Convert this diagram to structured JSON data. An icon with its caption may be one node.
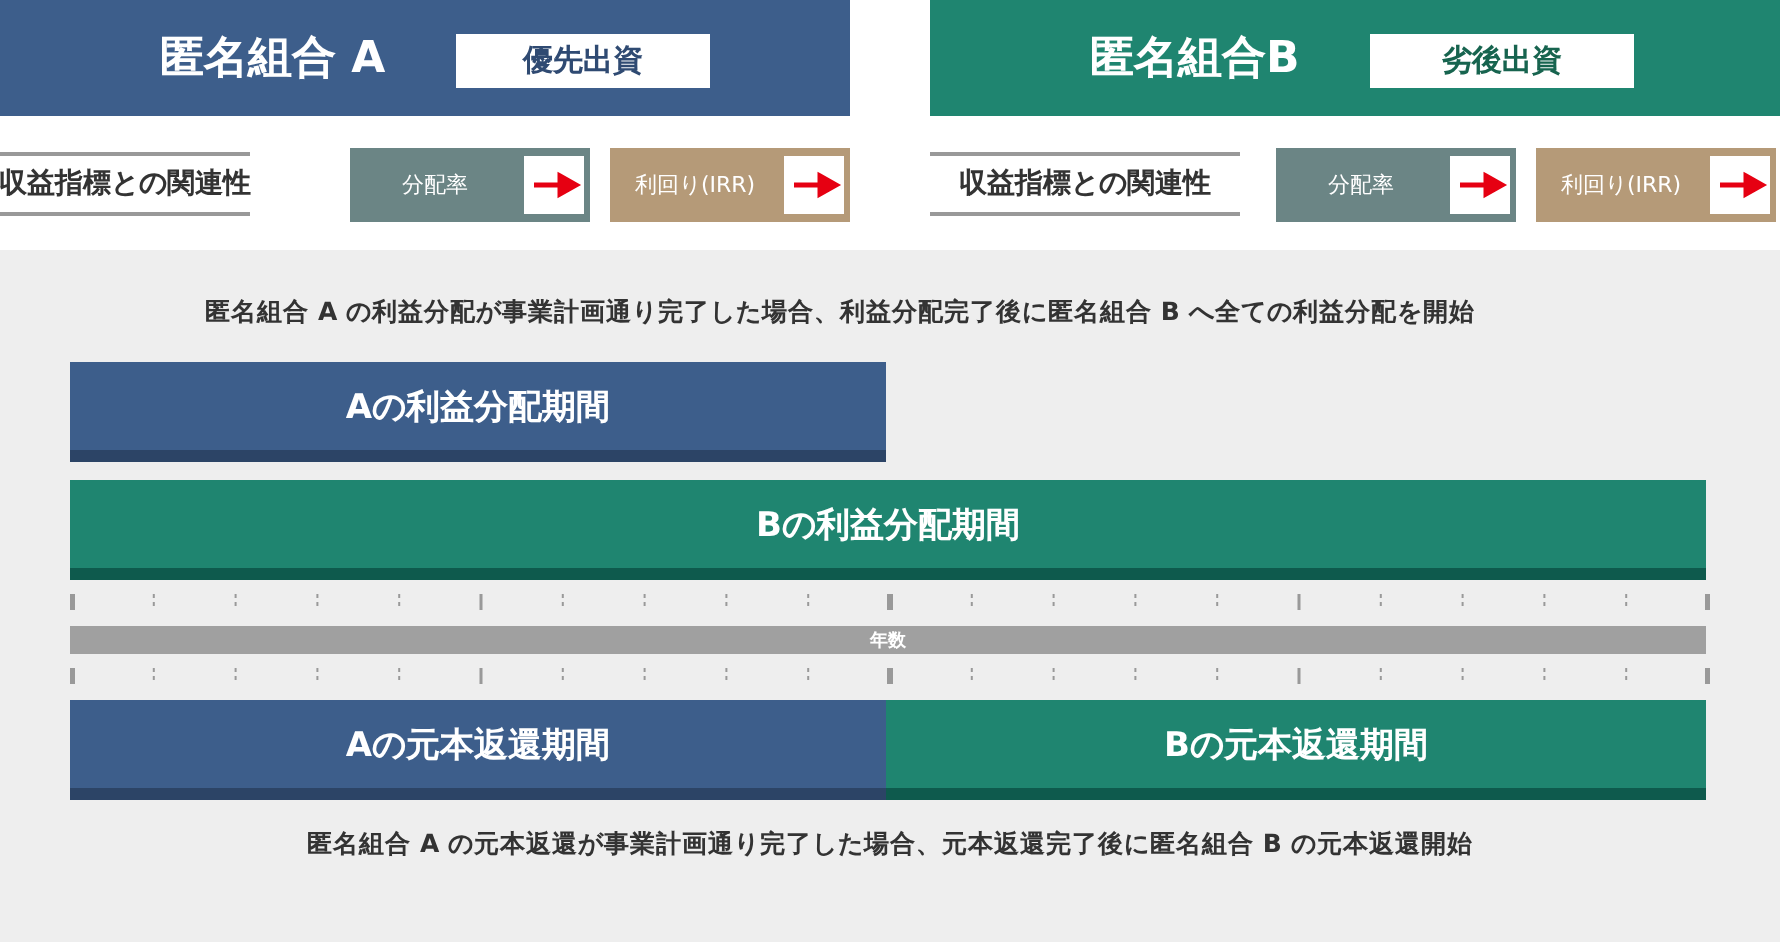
{
  "diagram": {
    "nodes": [
      {
        "text": [
          "匿名組合 A"
        ]
      },
      {
        "text": [
          "優先出資"
        ],
        "in": 0
      },
      {
        "text": [
          "匿名組合B"
        ]
      },
      {
        "text": [
          "劣後出資"
        ],
        "in": 2
      },
      {
        "text": [
          "収益指標との関連性"
        ]
      },
      {
        "text": [
          "分配率"
        ]
      },
      {
        "text": [
          "利回り(IRR)"
        ]
      },
      {
        "text": [
          "収益指標との関連性"
        ]
      },
      {
        "text": [
          "分配率"
        ]
      },
      {
        "text": [
          "利回り(IRR)"
        ]
      },
      {
        "text": [
          "Aの利益分配期間"
        ]
      },
      {
        "text": [
          "Bの利益分配期間"
        ]
      },
      {
        "text": [
          "年数"
        ]
      },
      {
        "text": [
          "Aの元本返還期間"
        ]
      },
      {
        "text": [
          "Bの元本返還期間"
        ]
      }
    ],
    "edges": [],
    "labels": [
      "匿名組合 A の利益分配が事業計画通り完了した場合、利益分配完了後に匿名組合 B へ全ての利益分配を開始",
      "匿名組合 A の元本返還が事業計画通り完了した場合、元本返還完了後に匿名組合 B の元本返還開始"
    ]
  }
}
